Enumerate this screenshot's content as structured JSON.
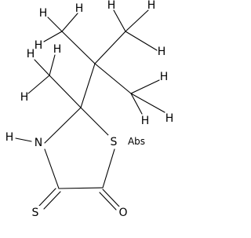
{
  "molecule": {
    "atoms": {
      "nitrogen": "N",
      "nitrogen_h": "H",
      "sulfur_ring": "S",
      "abs_label": "Abs",
      "sulfur_thione": "S",
      "oxygen": "O",
      "hydrogen": "H"
    }
  }
}
